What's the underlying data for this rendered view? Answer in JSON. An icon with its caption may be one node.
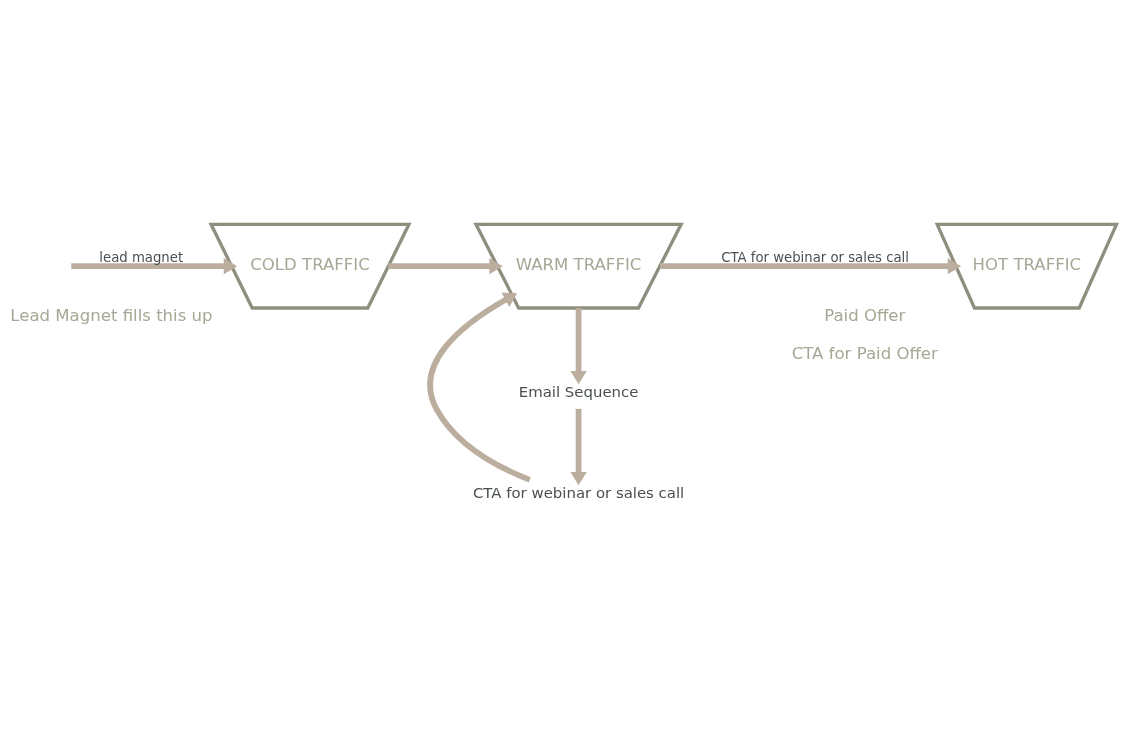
{
  "diagram": {
    "nodes": [
      {
        "text": [
          "COLD TRAFFIC"
        ],
        "beside": [
          "Lead Magnet fills this up"
        ]
      },
      {
        "text": [
          "WARM TRAFFIC"
        ]
      },
      {
        "text": [
          "Email Sequence"
        ]
      },
      {
        "text": [
          "CTA for webinar or sales call"
        ]
      },
      {
        "text": [
          "HOT TRAFFIC"
        ],
        "beside": [
          "Paid Offer",
          "CTA for Paid Offer"
        ]
      }
    ],
    "edges": [
      {
        "from": null,
        "to": 0,
        "arrow": "to",
        "label": "lead magnet"
      },
      {
        "from": 0,
        "to": 1,
        "arrow": "to"
      },
      {
        "from": 1,
        "to": 4,
        "arrow": "to",
        "label": "CTA for webinar or sales call"
      },
      {
        "from": 1,
        "to": 2,
        "arrow": "to"
      },
      {
        "from": 2,
        "to": 3,
        "arrow": "to"
      },
      {
        "from": 3,
        "to": 1,
        "arrow": "to"
      }
    ]
  }
}
